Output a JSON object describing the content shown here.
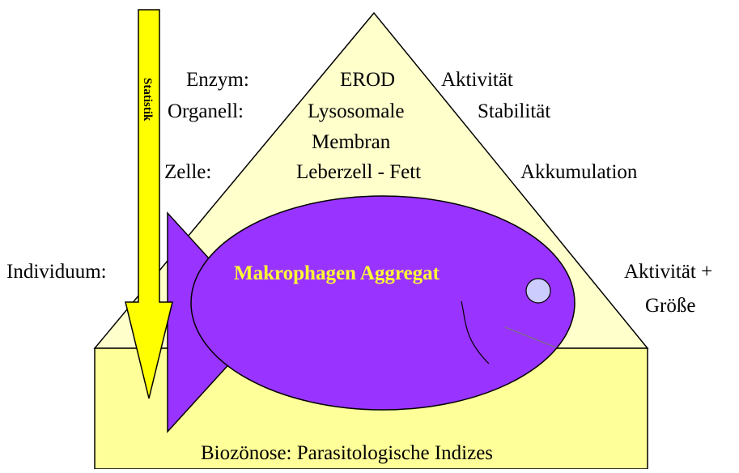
{
  "levels": {
    "enzyme": {
      "label": "Enzym:",
      "marker": "EROD",
      "effect": "Aktivität"
    },
    "organelle": {
      "label": "Organell:",
      "marker_line1": "Lysosomale",
      "marker_line2": "Membran",
      "effect": "Stabilität"
    },
    "cell": {
      "label": "Zelle:",
      "marker": "Leberzell - Fett",
      "effect": "Akkumulation"
    },
    "individual": {
      "label": "Individuum:",
      "marker": "Makrophagen Aggregat",
      "effect_line1": "Aktivität +",
      "effect_line2": "Größe"
    },
    "biocoenosis": {
      "label": "Biozönose: Parasitologische Indizes"
    }
  },
  "arrow": {
    "label": "Statistik"
  },
  "colors": {
    "pyramid_fill": "#FFFFCC",
    "base_fill": "#FFFF99",
    "arrow_fill": "#FFFF00",
    "fish_fill": "#9933FF",
    "fish_eye": "#CCCCFF",
    "fish_title": "#FFFF33",
    "outline": "#000000"
  }
}
